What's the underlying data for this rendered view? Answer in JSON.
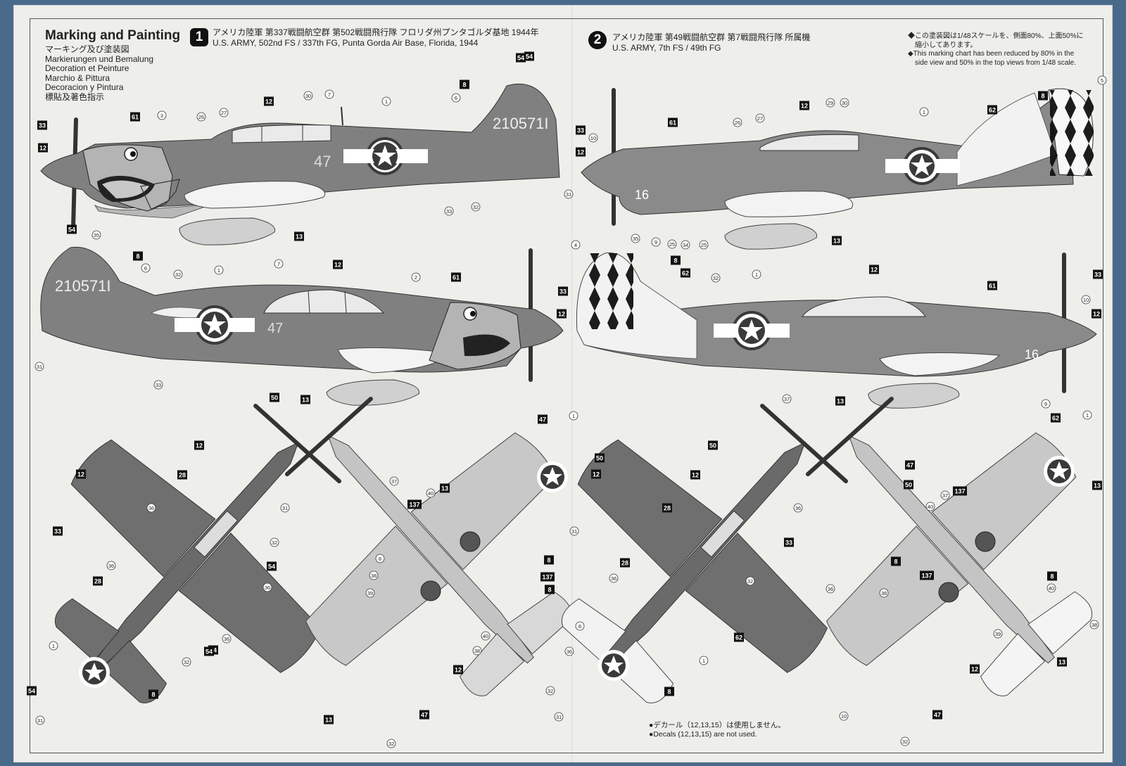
{
  "page_title": {
    "main": "Marking and Painting",
    "languages": [
      "マーキング及び塗装図",
      "Markierungen und Bemalung",
      "Decoration et Peinture",
      "Marchio & Pittura",
      "Decoracion y Pintura",
      "標貼及著色指示"
    ]
  },
  "schemes": [
    {
      "number": "1",
      "jp": "アメリカ陸軍 第337戦闘航空群 第502戦闘飛行隊 フロリダ州プンタゴルダ基地 1944年",
      "en": "U.S. ARMY, 502nd FS / 337th FG, Punta Gorda Air Base, Florida, 1944",
      "serial": "210571I",
      "code": "47"
    },
    {
      "number": "2",
      "jp": "アメリカ陸軍 第49戦闘航空群 第7戦闘飛行隊 所属機",
      "en": "U.S. ARMY, 7th FS / 49th FG",
      "code": "16"
    }
  ],
  "scale_note": {
    "jp_line1": "◆この塗装図は1/48スケールを、側面80%、上面50%に",
    "jp_line2": "縮小してあります。",
    "en_line1": "◆This marking chart has been reduced by 80% in the",
    "en_line2": "side view and 50% in the top views from 1/48 scale."
  },
  "decal_note": {
    "jp": "●デカール（12,13,15）は使用しません。",
    "en": "●Decals (12,13,15) are not used."
  },
  "callouts": [
    {
      "t": "box",
      "n": "33"
    },
    {
      "t": "box",
      "n": "12"
    },
    {
      "t": "box",
      "n": "54"
    },
    {
      "t": "box",
      "n": "61"
    },
    {
      "t": "circ",
      "n": "3"
    },
    {
      "t": "circ",
      "n": "26"
    },
    {
      "t": "circ",
      "n": "27"
    },
    {
      "t": "box",
      "n": "12"
    },
    {
      "t": "circ",
      "n": "30"
    },
    {
      "t": "circ",
      "n": "7"
    },
    {
      "t": "circ",
      "n": "1"
    },
    {
      "t": "box",
      "n": "8"
    },
    {
      "t": "circ",
      "n": "6"
    },
    {
      "t": "box",
      "n": "54"
    },
    {
      "t": "circ",
      "n": "35"
    },
    {
      "t": "box",
      "n": "13"
    },
    {
      "t": "circ",
      "n": "33"
    },
    {
      "t": "circ",
      "n": "32"
    },
    {
      "t": "circ",
      "n": "31"
    },
    {
      "t": "box",
      "n": "54"
    },
    {
      "t": "box",
      "n": "8"
    },
    {
      "t": "circ",
      "n": "6"
    },
    {
      "t": "circ",
      "n": "32"
    },
    {
      "t": "circ",
      "n": "1"
    },
    {
      "t": "circ",
      "n": "7"
    },
    {
      "t": "box",
      "n": "12"
    },
    {
      "t": "circ",
      "n": "2"
    },
    {
      "t": "box",
      "n": "61"
    },
    {
      "t": "box",
      "n": "33"
    },
    {
      "t": "box",
      "n": "12"
    },
    {
      "t": "circ",
      "n": "31"
    },
    {
      "t": "circ",
      "n": "33"
    },
    {
      "t": "box",
      "n": "13"
    },
    {
      "t": "box",
      "n": "8"
    },
    {
      "t": "circ",
      "n": "5"
    },
    {
      "t": "box",
      "n": "62"
    },
    {
      "t": "box",
      "n": "33"
    },
    {
      "t": "circ",
      "n": "10"
    },
    {
      "t": "box",
      "n": "12"
    },
    {
      "t": "box",
      "n": "61"
    },
    {
      "t": "circ",
      "n": "26"
    },
    {
      "t": "circ",
      "n": "27"
    },
    {
      "t": "box",
      "n": "12"
    },
    {
      "t": "circ",
      "n": "29"
    },
    {
      "t": "circ",
      "n": "30"
    },
    {
      "t": "circ",
      "n": "1"
    },
    {
      "t": "circ",
      "n": "35"
    },
    {
      "t": "circ",
      "n": "9"
    },
    {
      "t": "circ",
      "n": "25"
    },
    {
      "t": "circ",
      "n": "34"
    },
    {
      "t": "circ",
      "n": "25"
    },
    {
      "t": "box",
      "n": "13"
    },
    {
      "t": "circ",
      "n": "4"
    },
    {
      "t": "box",
      "n": "8"
    },
    {
      "t": "box",
      "n": "62"
    },
    {
      "t": "circ",
      "n": "32"
    },
    {
      "t": "circ",
      "n": "1"
    },
    {
      "t": "box",
      "n": "12"
    },
    {
      "t": "box",
      "n": "61"
    },
    {
      "t": "box",
      "n": "33"
    },
    {
      "t": "circ",
      "n": "10"
    },
    {
      "t": "box",
      "n": "12"
    },
    {
      "t": "box",
      "n": "13"
    },
    {
      "t": "circ",
      "n": "9"
    },
    {
      "t": "box",
      "n": "50"
    },
    {
      "t": "box",
      "n": "12"
    },
    {
      "t": "box",
      "n": "12"
    },
    {
      "t": "box",
      "n": "28"
    },
    {
      "t": "circ",
      "n": "36"
    },
    {
      "t": "circ",
      "n": "31"
    },
    {
      "t": "box",
      "n": "33"
    },
    {
      "t": "circ",
      "n": "32"
    },
    {
      "t": "circ",
      "n": "36"
    },
    {
      "t": "box",
      "n": "54"
    },
    {
      "t": "box",
      "n": "28"
    },
    {
      "t": "circ",
      "n": "36"
    },
    {
      "t": "box",
      "n": "54"
    },
    {
      "t": "circ",
      "n": "36"
    },
    {
      "t": "box",
      "n": "54"
    },
    {
      "t": "circ",
      "n": "1"
    },
    {
      "t": "circ",
      "n": "32"
    },
    {
      "t": "box",
      "n": "54"
    },
    {
      "t": "box",
      "n": "8"
    },
    {
      "t": "circ",
      "n": "31"
    },
    {
      "t": "box",
      "n": "47"
    },
    {
      "t": "circ",
      "n": "1"
    },
    {
      "t": "box",
      "n": "50"
    },
    {
      "t": "circ",
      "n": "37"
    },
    {
      "t": "box",
      "n": "13"
    },
    {
      "t": "circ",
      "n": "40"
    },
    {
      "t": "box",
      "n": "137"
    },
    {
      "t": "box",
      "n": "8"
    },
    {
      "t": "circ",
      "n": "8"
    },
    {
      "t": "box",
      "n": "137"
    },
    {
      "t": "circ",
      "n": "38"
    },
    {
      "t": "box",
      "n": "8"
    },
    {
      "t": "circ",
      "n": "39"
    },
    {
      "t": "circ",
      "n": "40"
    },
    {
      "t": "circ",
      "n": "38"
    },
    {
      "t": "circ",
      "n": "8"
    },
    {
      "t": "box",
      "n": "12"
    },
    {
      "t": "box",
      "n": "13"
    },
    {
      "t": "box",
      "n": "47"
    },
    {
      "t": "circ",
      "n": "32"
    },
    {
      "t": "circ",
      "n": "37"
    },
    {
      "t": "box",
      "n": "50"
    },
    {
      "t": "box",
      "n": "12"
    },
    {
      "t": "box",
      "n": "12"
    },
    {
      "t": "box",
      "n": "28"
    },
    {
      "t": "circ",
      "n": "36"
    },
    {
      "t": "circ",
      "n": "31"
    },
    {
      "t": "box",
      "n": "33"
    },
    {
      "t": "circ",
      "n": "32"
    },
    {
      "t": "circ",
      "n": "36"
    },
    {
      "t": "box",
      "n": "28"
    },
    {
      "t": "circ",
      "n": "36"
    },
    {
      "t": "box",
      "n": "62"
    },
    {
      "t": "circ",
      "n": "36"
    },
    {
      "t": "circ",
      "n": "1"
    },
    {
      "t": "circ",
      "n": "32"
    },
    {
      "t": "box",
      "n": "8"
    },
    {
      "t": "circ",
      "n": "31"
    },
    {
      "t": "box",
      "n": "47"
    },
    {
      "t": "box",
      "n": "62"
    },
    {
      "t": "circ",
      "n": "1"
    },
    {
      "t": "box",
      "n": "50"
    },
    {
      "t": "box",
      "n": "13"
    },
    {
      "t": "circ",
      "n": "37"
    },
    {
      "t": "box",
      "n": "137"
    },
    {
      "t": "circ",
      "n": "40"
    },
    {
      "t": "box",
      "n": "8"
    },
    {
      "t": "box",
      "n": "137"
    },
    {
      "t": "box",
      "n": "8"
    },
    {
      "t": "circ",
      "n": "38"
    },
    {
      "t": "circ",
      "n": "40"
    },
    {
      "t": "circ",
      "n": "39"
    },
    {
      "t": "circ",
      "n": "38"
    },
    {
      "t": "box",
      "n": "12"
    },
    {
      "t": "box",
      "n": "13"
    },
    {
      "t": "circ",
      "n": "10"
    },
    {
      "t": "box",
      "n": "47"
    },
    {
      "t": "circ",
      "n": "32"
    },
    {
      "t": "circ",
      "n": "37"
    }
  ]
}
